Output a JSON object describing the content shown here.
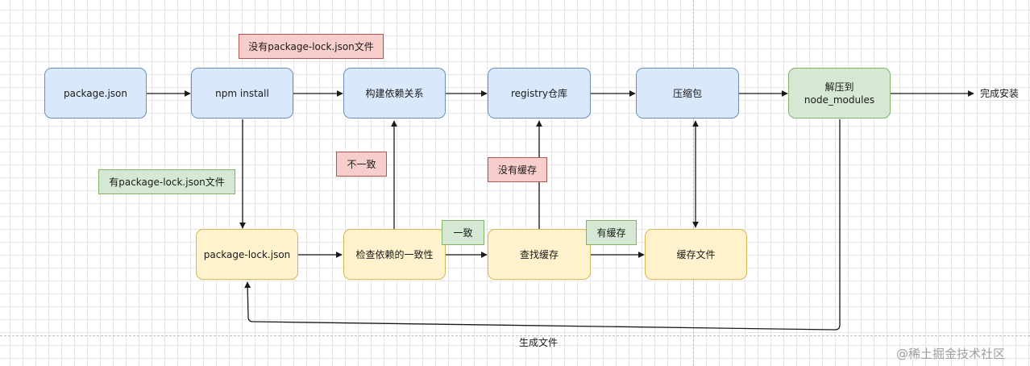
{
  "nodes": {
    "package_json": "package.json",
    "npm_install": "npm install",
    "build_deps": "构建依赖关系",
    "registry": "registry仓库",
    "compress": "压缩包",
    "unzip_line1": "解压到",
    "unzip_line2": "node_modules",
    "lock_json": "package-lock.json",
    "check_consistency": "检查依赖的一致性",
    "find_cache": "查找缓存",
    "cache_files": "缓存文件"
  },
  "labels": {
    "no_lock": "没有package-lock.json文件",
    "has_lock": "有package-lock.json文件",
    "inconsistent": "不一致",
    "consistent": "一致",
    "no_cache": "没有缓存",
    "has_cache": "有缓存",
    "install_done": "完成安装",
    "generate_file": "生成文件"
  },
  "watermark": "@稀土掘金技术社区",
  "colors": {
    "blue_fill": "#dae8fc",
    "blue_stroke": "#6c8ebf",
    "yellow_fill": "#fff2cc",
    "yellow_stroke": "#d6b656",
    "green_fill": "#d5e8d4",
    "green_stroke": "#82b366",
    "red_fill": "#f8cecc",
    "red_stroke": "#b85450"
  }
}
